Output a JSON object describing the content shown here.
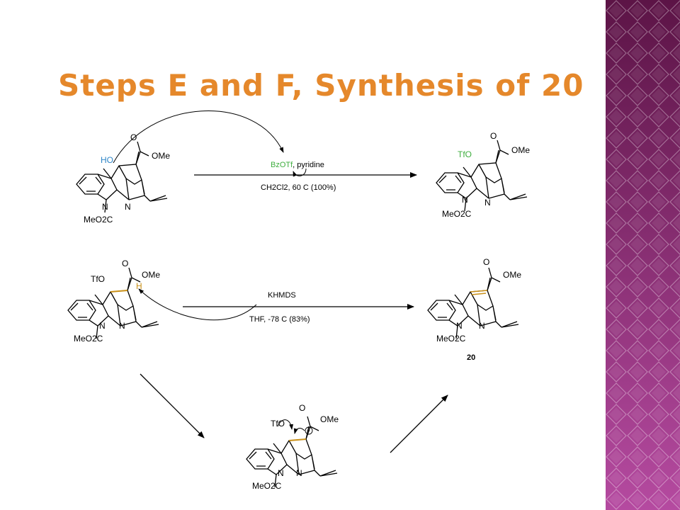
{
  "slide": {
    "title": "Steps E and F, Synthesis of 20",
    "colors": {
      "title": "#e5882b",
      "sidebar_dark": "#5c1446",
      "sidebar_light": "#b54aa0",
      "hydroxyl": "#2f86c8",
      "triflate": "#3fae3f",
      "highlight": "#c99018"
    },
    "step1": {
      "reagent_colored": "BzOTf",
      "reagent_rest": ", pyridine",
      "conditions": "CH2Cl2, 60 C (100%)"
    },
    "step2": {
      "reagent": "KHMDS",
      "conditions": "THF, -78 C (83%)"
    },
    "compound_label": "20",
    "labels": {
      "oh": "HO",
      "otf": "TfO",
      "ester": "O",
      "ome": "OMe",
      "n": "N",
      "meo2c": "MeO2C",
      "h": "H",
      "minus": "−"
    }
  }
}
